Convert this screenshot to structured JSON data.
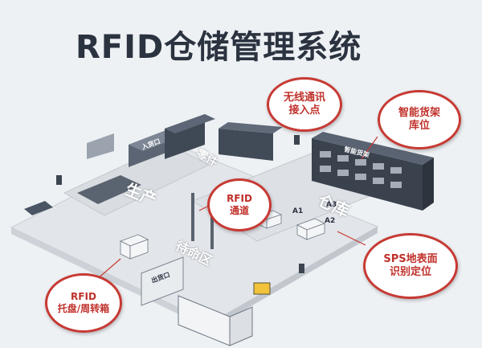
{
  "title": "RFID仓储管理系统",
  "callouts": {
    "wireless_ap": [
      "无线通讯",
      "接入点"
    ],
    "smart_shelf": [
      "智能货架",
      "库位"
    ],
    "rfid_channel": [
      "RFID",
      "通道"
    ],
    "sps_floor": [
      "SPS地表面",
      "识别定位"
    ],
    "rfid_pallet": [
      "RFID",
      "托盘/周转箱"
    ]
  },
  "zones": {
    "production": "生产",
    "warehouse": "仓库",
    "pending_area": "待命区",
    "parts": "零件"
  },
  "signs": {
    "inbound_gate": "入货口",
    "outbound_gate": "出货口",
    "smart_shelf_sign": "智能货架"
  },
  "aisles": [
    "A1",
    "A2",
    "A3"
  ],
  "colors": {
    "callout_border": "#c73a34",
    "callout_text": "#c0312b",
    "title": "#2b3340",
    "floor": "#e2e5e9",
    "equipment": "#4a5563"
  }
}
